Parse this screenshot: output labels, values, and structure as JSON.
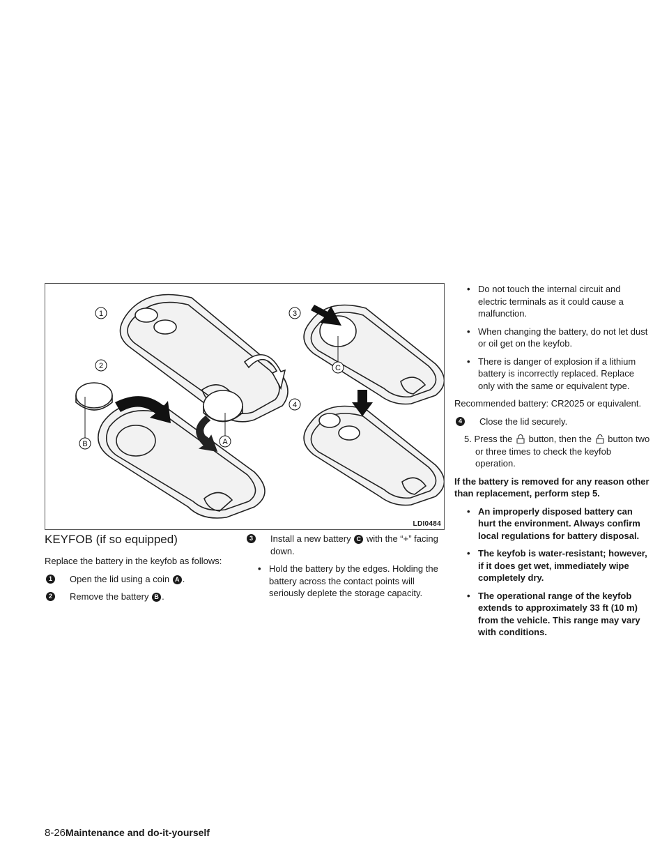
{
  "figure": {
    "id": "LDI0484",
    "callouts": [
      "1",
      "2",
      "3",
      "4"
    ],
    "letters": [
      "A",
      "B",
      "C"
    ]
  },
  "heading": "KEYFOB (if so equipped)",
  "intro": "Replace the battery in the keyfob as follows:",
  "steps": {
    "s1_num": "1",
    "s1_text": "Open the lid using a coin",
    "s1_ref": "A",
    "s2_num": "2",
    "s2_text": "Remove the battery",
    "s2_ref": "B",
    "s3_num": "3",
    "s3_text_a": "Install a new battery",
    "s3_ref": "C",
    "s3_text_b": "with the “+” facing down.",
    "s4_num": "4",
    "s4_text": "Close the lid securely."
  },
  "bullet_mid": "Hold the battery by the edges. Holding the battery across the contact points will seriously deplete the storage capacity.",
  "bullets_right": [
    "Do not touch the internal circuit and electric terminals as it could cause a malfunction.",
    "When changing the battery, do not let dust or oil get on the keyfob.",
    "There is danger of explosion if a lithium battery is incorrectly replaced. Replace only with the same or equivalent type."
  ],
  "recommended": "Recommended battery: CR2025 or equivalent.",
  "step5_a": "5. Press the",
  "step5_b": "button, then the",
  "step5_c": "button two or three times to check the keyfob operation.",
  "note_bold": "If the battery is removed for any reason other than replacement, perform step 5.",
  "bullets_bold": [
    "An improperly disposed battery can hurt the environment. Always confirm local regulations for battery disposal.",
    "The keyfob is water-resistant; however, if it does get wet, immediately wipe completely dry.",
    "The operational range of the keyfob extends to approximately 33 ft (10 m) from the vehicle. This range may vary with conditions."
  ],
  "footer": {
    "page": "8-26",
    "section": "Maintenance and do-it-yourself"
  }
}
